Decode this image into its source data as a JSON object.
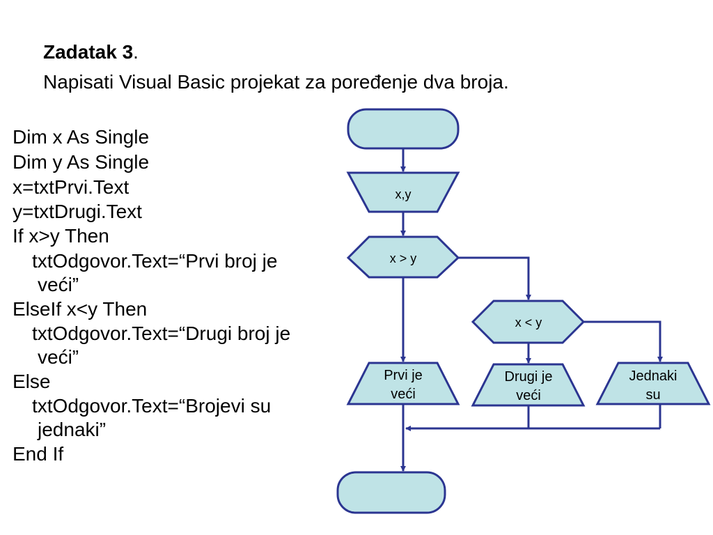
{
  "title": {
    "bold": "Zadatak 3",
    "suffix": "."
  },
  "subtitle": "Napisati Visual Basic projekat za poređenje dva broja.",
  "code_lines": [
    "Dim x As Single",
    "Dim y As Single",
    "x=txtPrvi.Text",
    "y=txtDrugi.Text",
    "If x>y Then",
    "txtOdgovor.Text=“Prvi broj je",
    "veći”",
    "ElseIf x<y Then",
    "txtOdgovor.Text=“Drugi broj je",
    "veći”",
    "Else",
    "txtOdgovor.Text=“Brojevi su",
    "jednaki”",
    "End If"
  ],
  "flowchart": {
    "start": "",
    "input": "x,y",
    "decision1": "x > y",
    "decision2": "x < y",
    "out1": [
      "Prvi je",
      "veći"
    ],
    "out2": [
      "Drugi je",
      "veći"
    ],
    "out3": [
      "Jednaki",
      "su"
    ],
    "end": "",
    "colors": {
      "fill": "#bfe3e6",
      "stroke": "#2b3591"
    }
  }
}
